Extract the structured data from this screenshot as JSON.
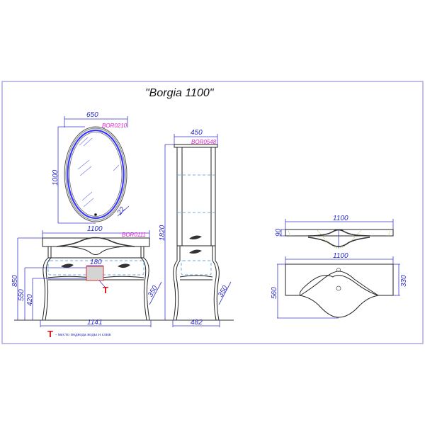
{
  "title": "\"Borgia 1100\"",
  "mirror": {
    "code": "BOR0210",
    "width": "650",
    "height": "1000",
    "frame_depth": "22"
  },
  "vanity": {
    "code": "BOR0111",
    "top_width": "1100",
    "base_width": "1141",
    "total_height": "850",
    "height_550": "550",
    "height_420": "420",
    "service_zone_width": "180",
    "depth": "350",
    "service_marker": "T"
  },
  "column": {
    "code": "BOR0548",
    "width": "450",
    "base_width": "482",
    "height": "1820",
    "depth": "350"
  },
  "basin_side": {
    "width": "1100",
    "thickness": "90"
  },
  "basin_top": {
    "width": "1100",
    "depth": "560",
    "back_depth": "330"
  },
  "legend": {
    "marker": "T",
    "text": "- место подвода воды и слив"
  },
  "colors": {
    "dimension": "#2b2bc8",
    "product_code": "#e020d0",
    "led_ring": "#3a3aff",
    "service_marker": "#e01010",
    "hidden_line": "#6aaee8",
    "frame": "#a9a9e0"
  }
}
